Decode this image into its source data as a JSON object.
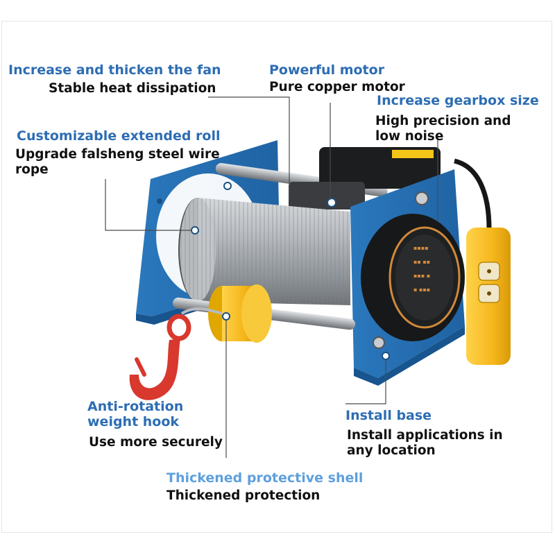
{
  "callouts": {
    "fan": {
      "title": "Increase and thicken the fan",
      "subtitle": "Stable heat dissipation"
    },
    "motor": {
      "title": "Powerful motor",
      "subtitle": "Pure copper motor"
    },
    "gearbox": {
      "title": "Increase gearbox size",
      "subtitle_line1": "High precision and",
      "subtitle_line2": "low noise"
    },
    "roll": {
      "title": "Customizable extended roll",
      "subtitle_line1": "Upgrade falsheng steel wire",
      "subtitle_line2": "rope"
    },
    "hook": {
      "title_line1": "Anti-rotation",
      "title_line2": "weight hook",
      "subtitle": "Use more securely"
    },
    "base": {
      "title": "Install base",
      "subtitle_line1": "Install applications in",
      "subtitle_line2": "any location"
    },
    "shell": {
      "title": "Thickened protective shell",
      "subtitle": "Thickened protection"
    }
  },
  "colors": {
    "heading_blue": "#2d6db3",
    "heading_light_blue": "#5ea0dd",
    "frame_blue": "#2f7fc4",
    "drum_grey": "#a9adb1",
    "pendant_yellow": "#f5b71c",
    "hook_red": "#d8382e"
  }
}
